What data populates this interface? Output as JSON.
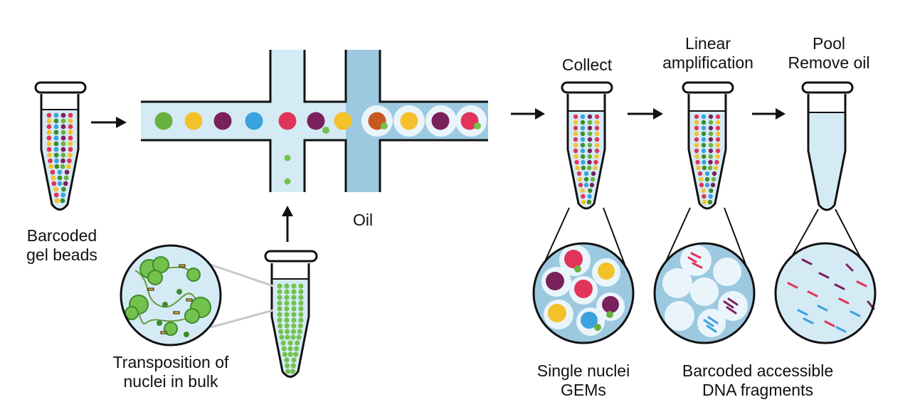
{
  "labels": {
    "beads": "Barcoded\ngel beads",
    "transposition": "Transposition of\nnuclei in bulk",
    "oil": "Oil",
    "collect": "Collect",
    "linear_amp": "Linear\namplification",
    "pool": "Pool\nRemove oil",
    "gems": "Single nuclei\nGEMs",
    "fragments": "Barcoded accessible\nDNA fragments"
  },
  "colors": {
    "outline": "#111111",
    "aqueous": "#d4ebf5",
    "oil": "#9cc9e0",
    "droplet": "#eaf5fb",
    "nucleus": "#73c24e",
    "nucleus_dark": "#3f8a2c",
    "beads": [
      "#6ab03f",
      "#f4c12a",
      "#7a215c",
      "#3aa2dc",
      "#e2345a",
      "#7a215c",
      "#f4c12a",
      "#c8581f",
      "#f4c12a",
      "#7a215c",
      "#e2345a"
    ],
    "fragment_blue": "#3aa2dc",
    "fragment_pink": "#e2345a",
    "fragment_purple": "#7a215c"
  },
  "icons": {
    "arrows": [
      "arrow-right-icon",
      "arrow-up-icon"
    ],
    "tubes": [
      "bead-tube-icon",
      "nuclei-tube-icon",
      "collect-tube-icon",
      "amplification-tube-icon",
      "pool-tube-icon"
    ],
    "zoom": [
      "transposition-zoom-icon",
      "gem-zoom-icon",
      "fragment-zoom-icon",
      "pool-zoom-icon"
    ]
  }
}
